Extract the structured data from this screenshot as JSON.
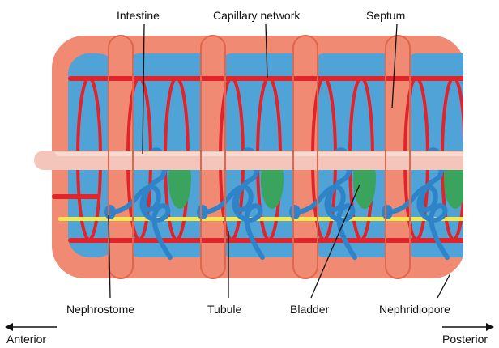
{
  "labels": {
    "intestine": "Intestine",
    "capillary_network": "Capillary network",
    "septum": "Septum",
    "nephrostome": "Nephrostome",
    "tubule": "Tubule",
    "bladder": "Bladder",
    "nephridiopore": "Nephridiopore",
    "anterior": "Anterior",
    "posterior": "Posterior"
  },
  "colors": {
    "body_wall": "#f08a72",
    "body_wall_dark": "#e0664d",
    "coelom": "#4fa3d6",
    "blood_vessel": "#e2232a",
    "intestine": "#f3c5bb",
    "nerve_cord": "#f4e94a",
    "nephridium": "#2f83c8",
    "bladder": "#3aa35d"
  }
}
